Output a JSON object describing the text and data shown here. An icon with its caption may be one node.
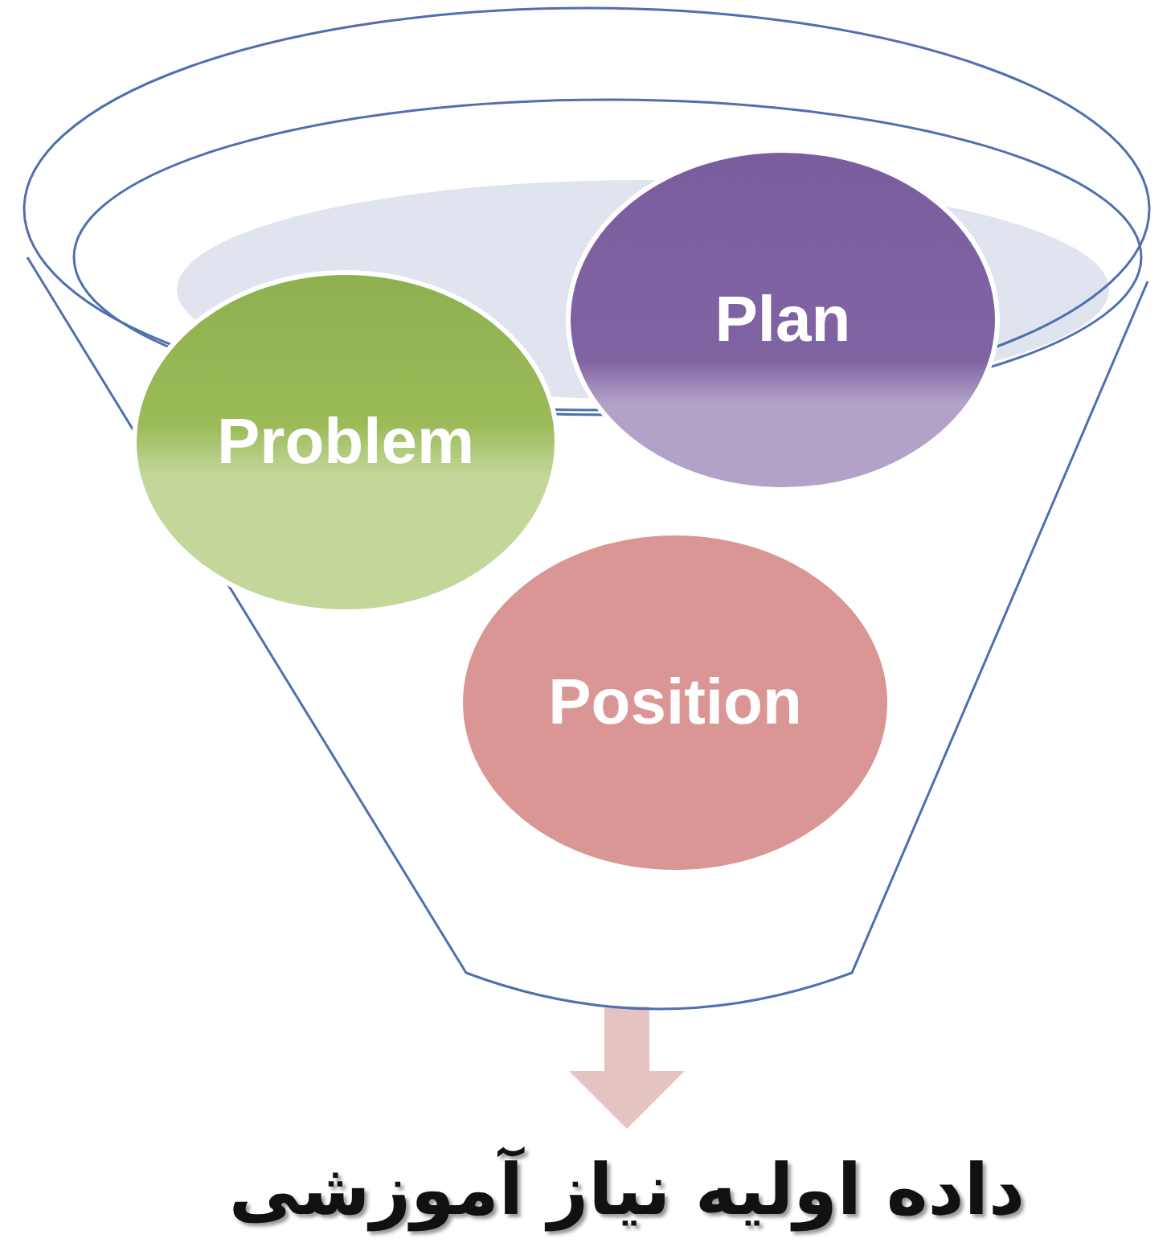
{
  "diagram": {
    "nodes": [
      {
        "text": [],
        "shape": "funnel"
      },
      {
        "text": [
          "Problem"
        ],
        "in": 0
      },
      {
        "text": [
          "Plan"
        ],
        "in": 0
      },
      {
        "text": [
          "Position"
        ],
        "in": 0
      },
      {
        "text": [
          "داده اولیه نیاز آموزشی"
        ]
      }
    ],
    "edges": [
      {
        "from": 0,
        "to": 4,
        "arrow": "to"
      }
    ]
  }
}
